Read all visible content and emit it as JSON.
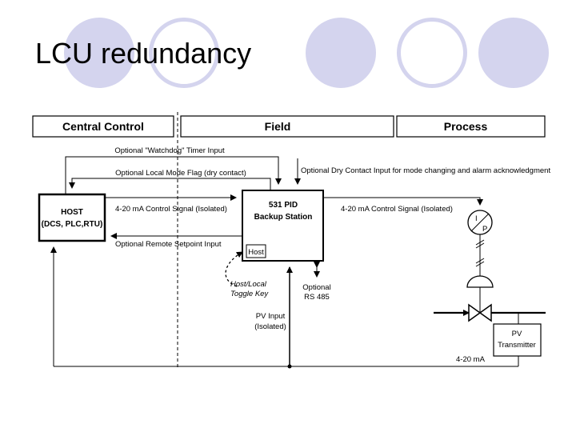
{
  "slide": {
    "title": "LCU redundancy"
  },
  "headers": {
    "central_control": "Central Control",
    "field": "Field",
    "process": "Process"
  },
  "signals": {
    "watchdog": "Optional \"Watchdog\" Timer Input",
    "local_mode_flag": "Optional Local Mode Flag (dry contact)",
    "dry_contact": "Optional Dry Contact Input for mode changing and alarm acknowledgment",
    "control_left": "4-20 mA Control Signal (Isolated)",
    "control_right": "4-20 mA Control Signal (Isolated)",
    "remote_setpoint": "Optional Remote Setpoint Input",
    "return_signal": "4-20 mA"
  },
  "host": {
    "line1": "HOST",
    "line2": "(DCS, PLC,RTU)"
  },
  "pid": {
    "line1": "531 PID",
    "line2": "Backup Station",
    "host_key": "Host"
  },
  "toggle": {
    "line1": "Host/Local",
    "line2": "Toggle Key"
  },
  "rs485": {
    "line1": "Optional",
    "line2": "RS 485"
  },
  "pv_input": {
    "line1": "PV Input",
    "line2": "(Isolated)"
  },
  "ip": {
    "top": "I",
    "bottom": "P"
  },
  "transmitter": {
    "line1": "PV",
    "line2": "Transmitter"
  }
}
